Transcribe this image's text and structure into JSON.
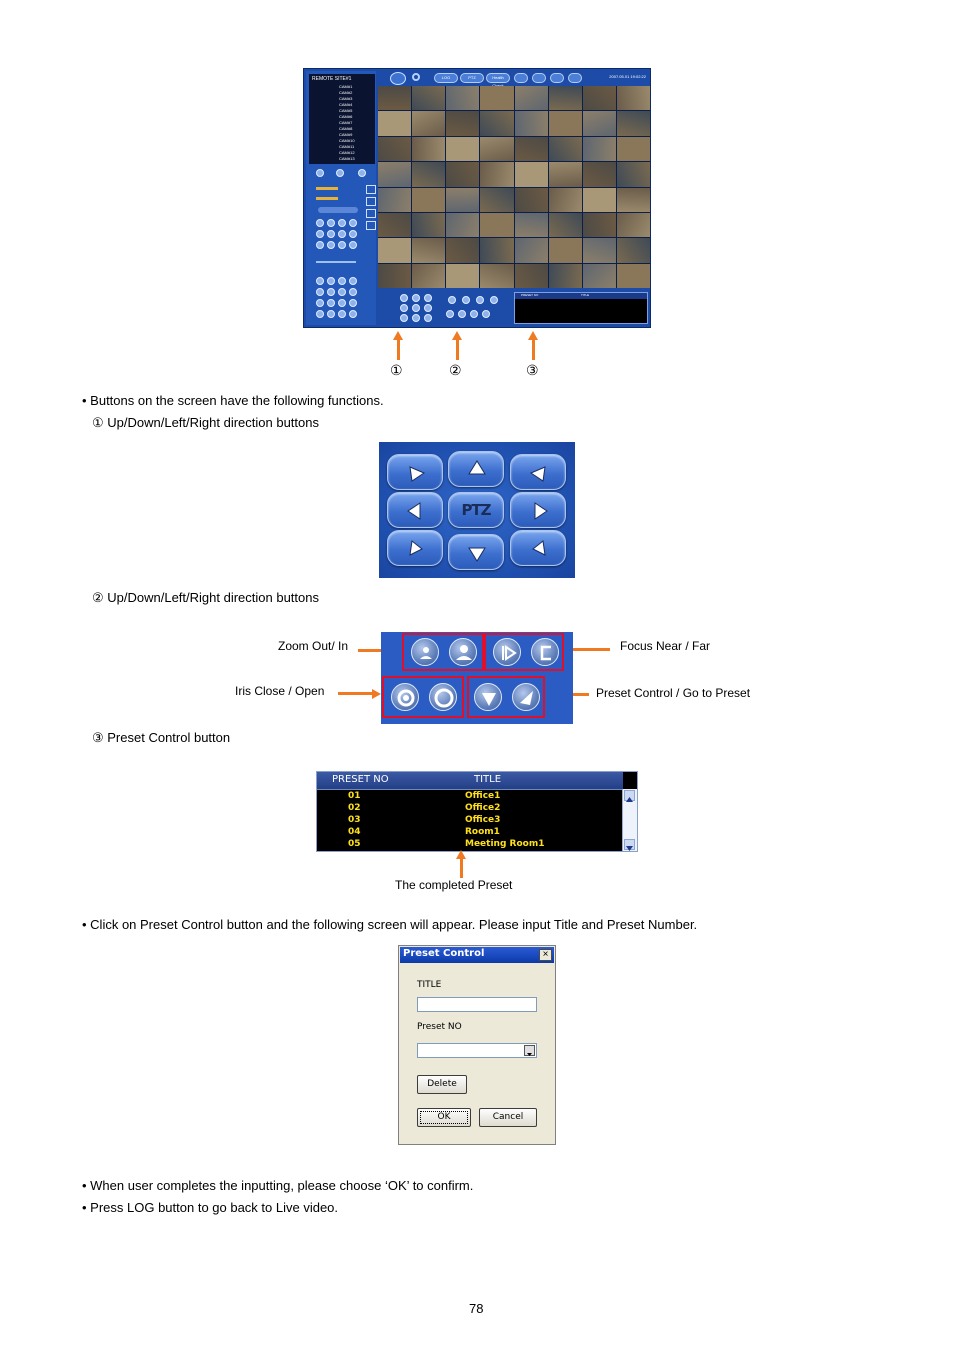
{
  "app": {
    "tree_title": "REMOTE SITE#1",
    "cameras": [
      "CAM#1",
      "CAM#2",
      "CAM#3",
      "CAM#4",
      "CAM#5",
      "CAM#6",
      "CAM#7",
      "CAM#8",
      "CAM#9",
      "CAM#10",
      "CAM#11",
      "CAM#12",
      "CAM#13"
    ],
    "tabs": [
      "LOG",
      "PTZ",
      "Health Check"
    ],
    "clock": "2007.05.01 19:02:22",
    "preset_header_no": "PRESET NO",
    "preset_header_title": "TITLE"
  },
  "callouts": {
    "c1": "①",
    "c2": "②",
    "c3": "③"
  },
  "intro": "• Buttons on the screen have the following functions.",
  "section1": "①   Up/Down/Left/Right direction buttons",
  "ptz_label": "PTZ",
  "section2": "②   Up/Down/Left/Right direction buttons",
  "labels": {
    "zoom": "Zoom Out/ In",
    "focus": "Focus Near / Far",
    "iris": "Iris Close / Open",
    "preset": "Preset Control / Go to Preset"
  },
  "section3": "③   Preset Control button",
  "preset_list": {
    "col_no": "PRESET NO",
    "col_title": "TITLE",
    "rows": [
      {
        "no": "01",
        "title": "Office1"
      },
      {
        "no": "02",
        "title": "Office2"
      },
      {
        "no": "03",
        "title": "Office3"
      },
      {
        "no": "04",
        "title": "Room1"
      },
      {
        "no": "05",
        "title": "Meeting Room1"
      }
    ]
  },
  "completed_caption": "The completed Preset",
  "click_text": "• Click on Preset Control button and the following screen will appear. Please input Title and Preset Number.",
  "dialog": {
    "title": "Preset Control",
    "close": "×",
    "title_label": "TITLE",
    "presetno_label": "Preset NO",
    "delete": "Delete",
    "ok": "OK",
    "cancel": "Cancel"
  },
  "bullet_ok": "• When user completes the inputting, please choose ‘OK’ to confirm.",
  "bullet_log": "• Press LOG button to go back to Live video.",
  "page_number": "78",
  "colors": {
    "accent_arrow": "#f07a22",
    "highlight_box": "#e0102a",
    "panel_blue": "#1f4fae",
    "preset_text": "#ffe01a"
  }
}
